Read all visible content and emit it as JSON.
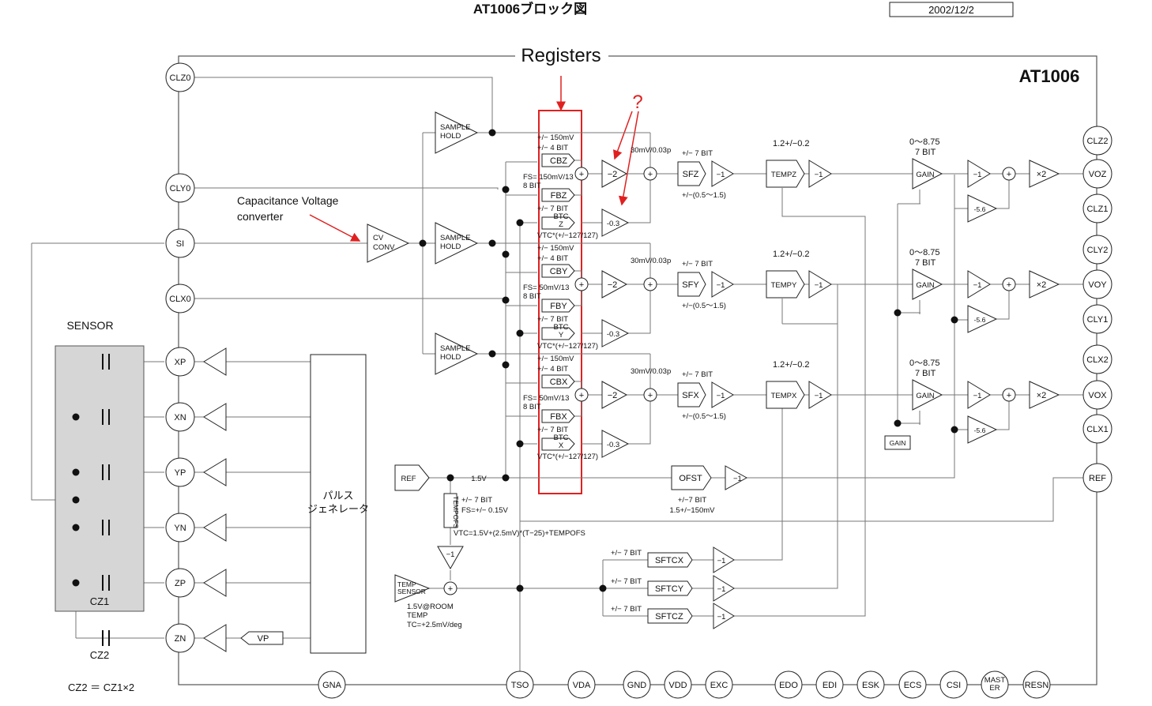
{
  "header": {
    "title": "AT1006ブロック図",
    "date": "2002/12/2"
  },
  "chip": {
    "name": "AT1006"
  },
  "annotations": {
    "registers": "Registers",
    "question": "?",
    "cap_conv_line1": "Capacitance Voltage",
    "cap_conv_line2": "converter"
  },
  "sensor": {
    "title": "SENSOR",
    "cz1": "CZ1",
    "cz2": "CZ2",
    "formula": "CZ2 ＝ CZ1×2"
  },
  "pulse_generator": {
    "line1": "パルス",
    "line2": "ジェネレータ"
  },
  "pins": {
    "left": [
      "CLZ0",
      "CLY0",
      "SI",
      "CLX0",
      "XP",
      "XN",
      "YP",
      "YN",
      "ZP",
      "ZN"
    ],
    "right": [
      "CLZ2",
      "VOZ",
      "CLZ1",
      "CLY2",
      "VOY",
      "CLY1",
      "CLX2",
      "VOX",
      "CLX1",
      "REF"
    ],
    "bottom": [
      "GNA",
      "TSO",
      "VDA",
      "GND",
      "VDD",
      "EXC",
      "EDO",
      "EDI",
      "ESK",
      "ECS",
      "CSI",
      "MAST ER",
      "RESN"
    ]
  },
  "blocks": {
    "cv_conv": [
      "CV",
      "CONV"
    ],
    "sample_hold": [
      "SAMPLE",
      "HOLD"
    ],
    "ref": "REF",
    "vp": "VP",
    "temp_sensor": [
      "TEMP",
      "SENSOR"
    ],
    "tempofs": "TEMPOFS",
    "ofst": "OFST",
    "gain_box": "GAIN",
    "minus_one": "−1",
    "times_two": "×2",
    "minus_two": "−2",
    "minus_03": "-0.3",
    "minus_56": "-5.6",
    "plus": "+"
  },
  "channels": [
    {
      "axis": "Z",
      "cb": "CBZ",
      "fb": "FBZ",
      "btc": [
        "BTC",
        "Z"
      ],
      "sf": "SFZ",
      "temp": "TEMPZ",
      "sftc": "SFTCZ",
      "mv_line": "+/− 150mV",
      "bit4": "+/− 4 BIT",
      "fs": "FS= 150mV/13",
      "bit8": "8 BIT",
      "bit7": "+/− 7 BIT",
      "vtc": "VTC*(+/−127/127)",
      "scale": "30mV/0.03p",
      "sf_bits": "+/− 7 BIT",
      "sf_range": "+/−(0.5〜1.5)",
      "temp_range": "1.2+/−0.2",
      "gain_range": "0〜8.75",
      "gain_bits": "7 BIT",
      "sftc_bits": "+/− 7 BIT"
    },
    {
      "axis": "Y",
      "cb": "CBY",
      "fb": "FBY",
      "btc": [
        "BTC",
        "Y"
      ],
      "sf": "SFY",
      "temp": "TEMPY",
      "sftc": "SFTCY",
      "mv_line": "+/− 150mV",
      "bit4": "+/− 4 BIT",
      "fs": "FS= 50mV/13",
      "bit8": "8 BIT",
      "bit7": "+/− 7 BIT",
      "vtc": "VTC*(+/−127/127)",
      "scale": "30mV/0.03p",
      "sf_bits": "+/− 7 BIT",
      "sf_range": "+/−(0.5〜1.5)",
      "temp_range": "1.2+/−0.2",
      "gain_range": "0〜8.75",
      "gain_bits": "7 BIT",
      "sftc_bits": "+/− 7 BIT"
    },
    {
      "axis": "X",
      "cb": "CBX",
      "fb": "FBX",
      "btc": [
        "BTC",
        "X"
      ],
      "sf": "SFX",
      "temp": "TEMPX",
      "sftc": "SFTCX",
      "mv_line": "+/− 150mV",
      "bit4": "+/− 4 BIT",
      "fs": "FS= 50mV/13",
      "bit8": "8 BIT",
      "bit7": "+/− 7 BIT",
      "vtc": "VTC*(+/−127/127)",
      "scale": "30mV/0.03p",
      "sf_bits": "+/− 7 BIT",
      "sf_range": "+/−(0.5〜1.5)",
      "temp_range": "1.2+/−0.2",
      "gain_range": "0〜8.75",
      "gain_bits": "7 BIT",
      "sftc_bits": "+/− 7 BIT"
    }
  ],
  "labels": {
    "v15": "1.5V",
    "tempofs_bits": "+/− 7 BIT",
    "tempofs_fs": "FS=+/− 0.15V",
    "vtc_formula": "VTC=1.5V+(2.5mV)*(T−25)+TEMPOFS",
    "ofst_bits": "+/−7 BIT",
    "ofst_range": "1.5+/−150mV",
    "temp_room": "1.5V@ROOM",
    "temp_label": "TEMP",
    "temp_tc": "TC=+2.5mV/deg"
  },
  "colors": {
    "annotation": "#e02020",
    "sensor_fill": "#d6d6d6",
    "wire": "#777777",
    "ink": "#111111"
  }
}
